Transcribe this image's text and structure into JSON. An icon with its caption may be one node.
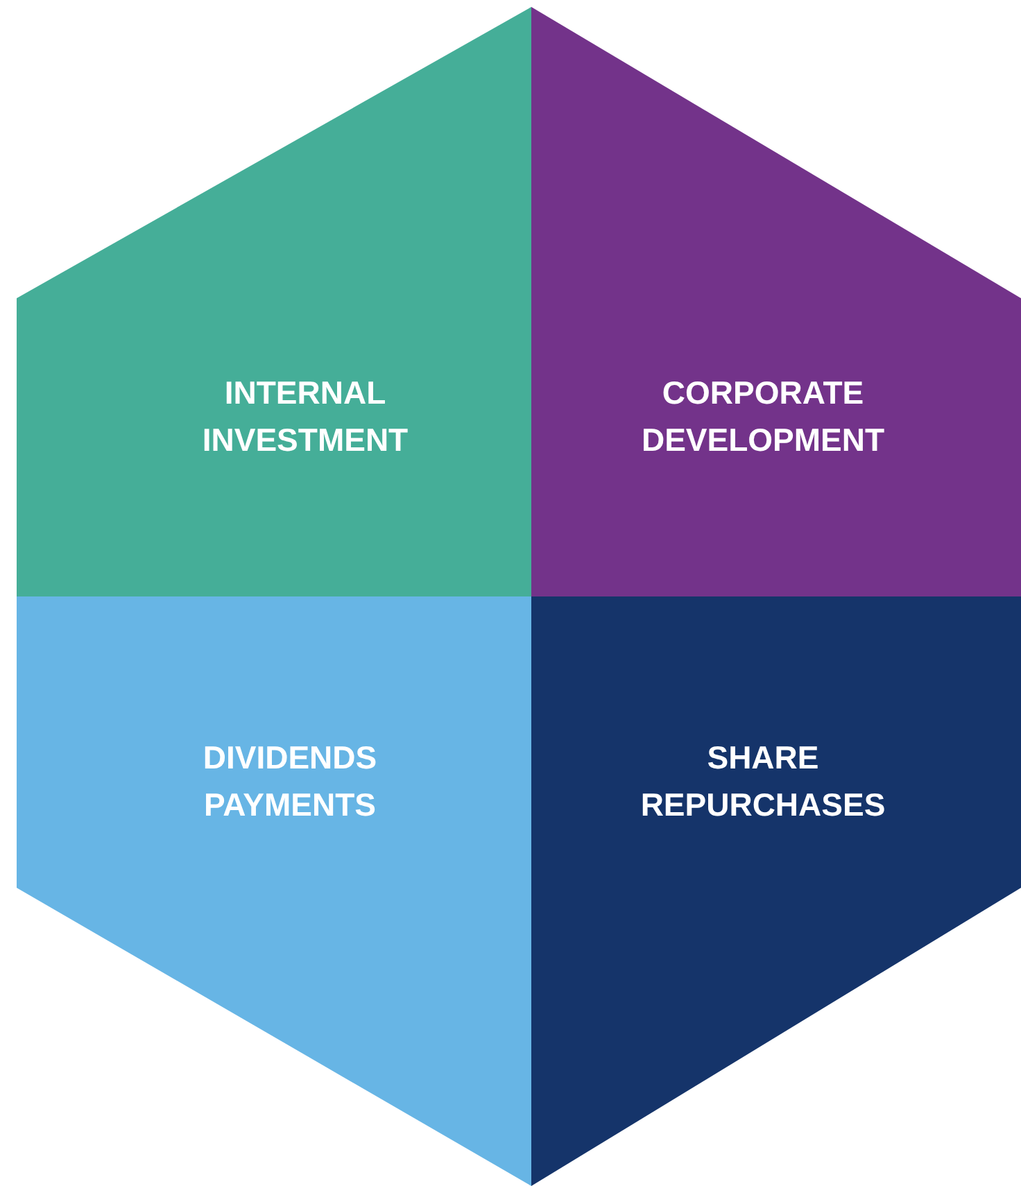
{
  "diagram": {
    "nodes": [
      {
        "text": [
          "INTERNAL INVESTMENT"
        ]
      },
      {
        "text": [
          "CORPORATE DEVELOPMENT"
        ]
      },
      {
        "text": [
          "DIVIDENDS PAYMENTS"
        ]
      },
      {
        "text": [
          "SHARE REPURCHASES"
        ]
      }
    ]
  }
}
